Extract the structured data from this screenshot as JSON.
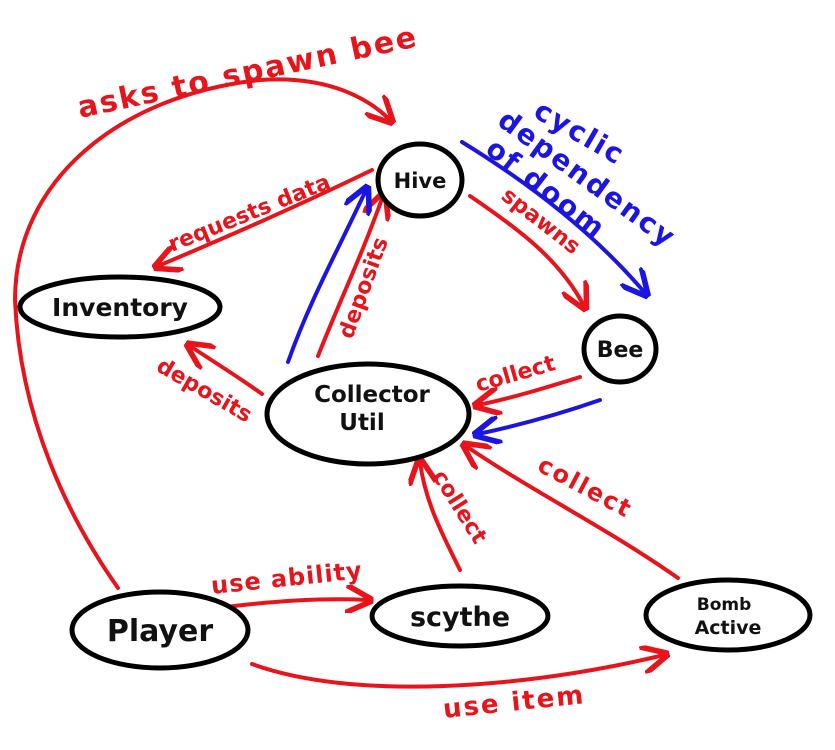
{
  "nodes": {
    "hive": "Hive",
    "inventory": "Inventory",
    "bee": "Bee",
    "collector_util_line1": "Collector",
    "collector_util_line2": "Util",
    "player": "Player",
    "scythe": "scythe",
    "bomb_active_line1": "Bomb",
    "bomb_active_line2": "Active"
  },
  "edge_labels": {
    "asks_to_spawn_bee": "asks to spawn bee",
    "requests_data": "requests data",
    "deposits_to_hive": "deposits",
    "deposits_to_inventory": "deposits",
    "spawns": "spawns",
    "collect_from_bee": "collect",
    "collect_from_scythe": "collect",
    "collect_from_bomb": "collect",
    "use_ability": "use ability",
    "use_item": "use item"
  },
  "annotation": {
    "line1": "cyclic",
    "line2": "dependency",
    "line3": "of doom"
  },
  "colors": {
    "red": "#e8141b",
    "blue": "#1c14e0",
    "node_stroke": "#000000"
  }
}
